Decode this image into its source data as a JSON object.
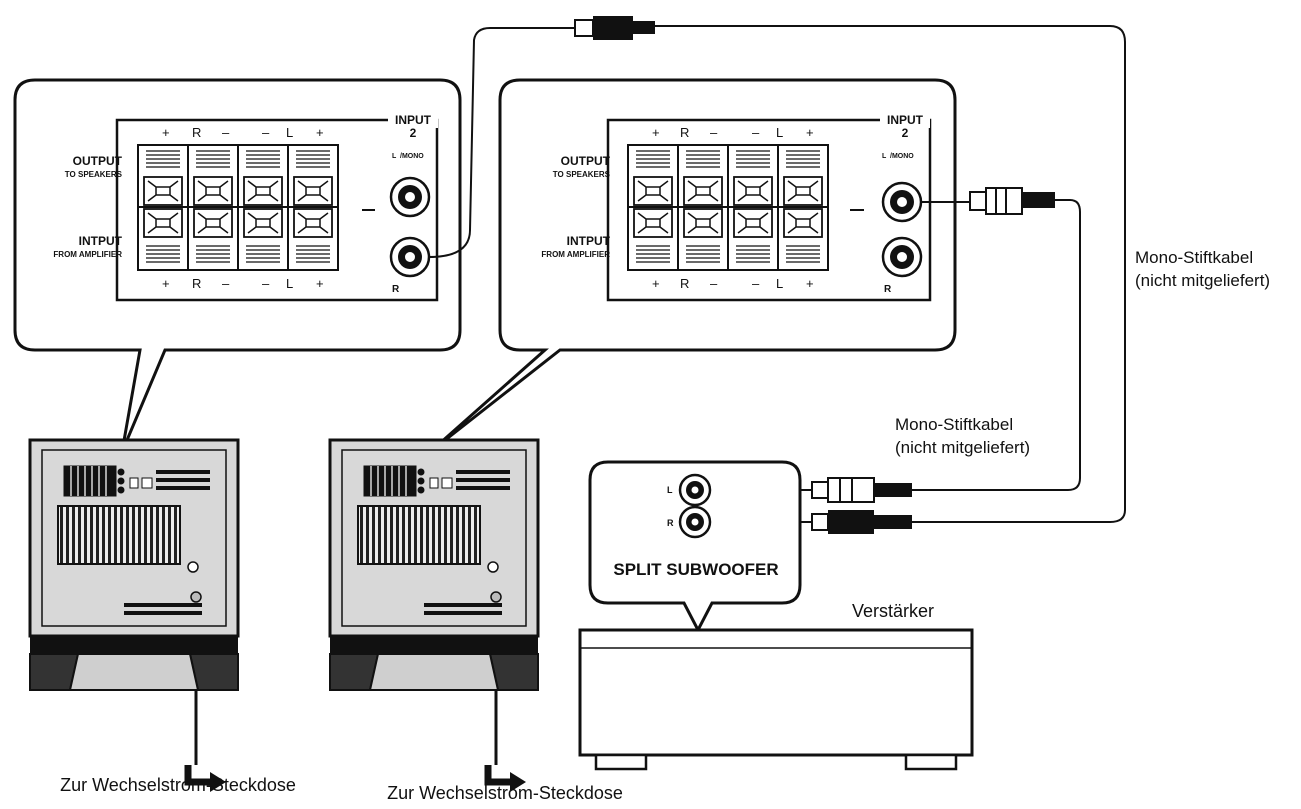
{
  "panels": {
    "top_sign": "+",
    "minus_sign": "–",
    "right_mark": "R",
    "left_mark": "L",
    "output_label": "OUTPUT",
    "output_sub": "TO SPEAKERS",
    "input_label": "INTPUT",
    "input_sub": "FROM AMPLIFIER",
    "input_title": "INPUT",
    "input_number": "2",
    "mono_label": "/MONO"
  },
  "cable_label_1": {
    "line1": "Mono-Stiftkabel",
    "line2": "(nicht mitgeliefert)"
  },
  "cable_label_2": {
    "line1": "Mono-Stiftkabel",
    "line2": "(nicht mitgeliefert)"
  },
  "amplifier": {
    "label": "Verstärker",
    "split_label": "SPLIT SUBWOOFER",
    "left_mark": "L",
    "right_mark": "R"
  },
  "outlet_label_1": "Zur Wechselstrom-Steckdose",
  "outlet_label_2": "Zur Wechselstrom-Steckdose",
  "colors": {
    "ink": "#111111",
    "device_fill": "#d8d8d8",
    "panel_fill": "#ffffff"
  }
}
